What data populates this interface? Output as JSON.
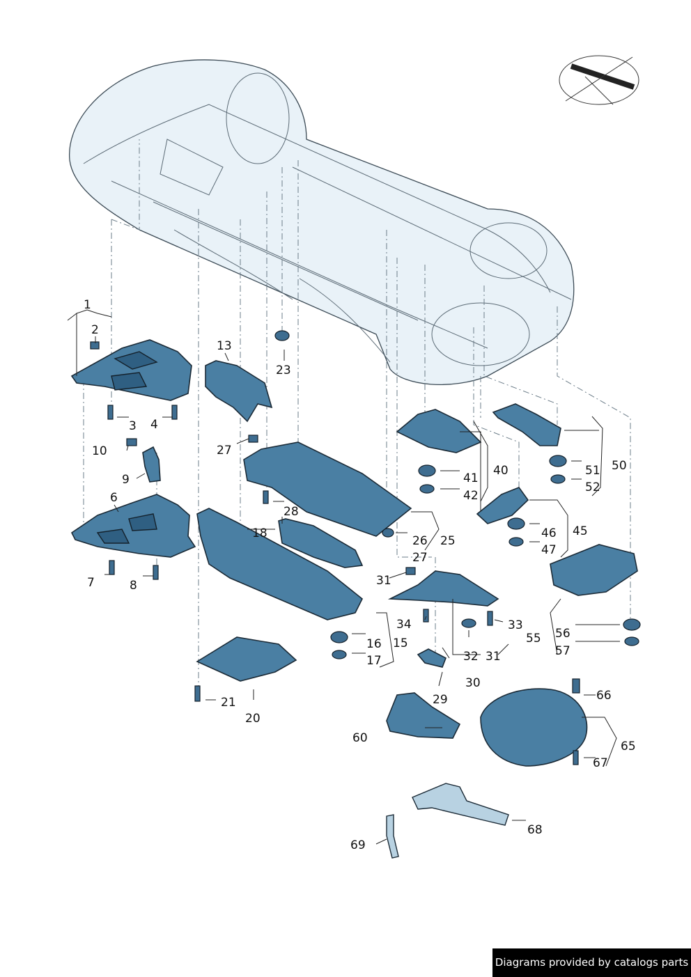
{
  "callouts": {
    "c1": "1",
    "c2": "2",
    "c3": "3",
    "c4": "4",
    "c6": "6",
    "c7": "7",
    "c8": "8",
    "c9": "9",
    "c10": "10",
    "c13": "13",
    "c15": "15",
    "c16": "16",
    "c17": "17",
    "c18": "18",
    "c20": "20",
    "c21": "21",
    "c23": "23",
    "c25": "25",
    "c26": "26",
    "c27a": "27",
    "c27b": "27",
    "c28": "28",
    "c29": "29",
    "c30": "30",
    "c31a": "31",
    "c31b": "31",
    "c32": "32",
    "c33": "33",
    "c34": "34",
    "c40": "40",
    "c41": "41",
    "c42": "42",
    "c45": "45",
    "c46": "46",
    "c47": "47",
    "c50": "50",
    "c51": "51",
    "c52": "52",
    "c55": "55",
    "c56": "56",
    "c57": "57",
    "c60": "60",
    "c65": "65",
    "c66": "66",
    "c67": "67",
    "c68": "68",
    "c69": "69"
  },
  "footer": {
    "credit": "Diagrams provided by catalogs parts"
  },
  "colors": {
    "part": "#4a7fa3",
    "part_light": "#b8d2e2",
    "car_body": "#e9f2f8",
    "footer_bg": "#000000"
  }
}
